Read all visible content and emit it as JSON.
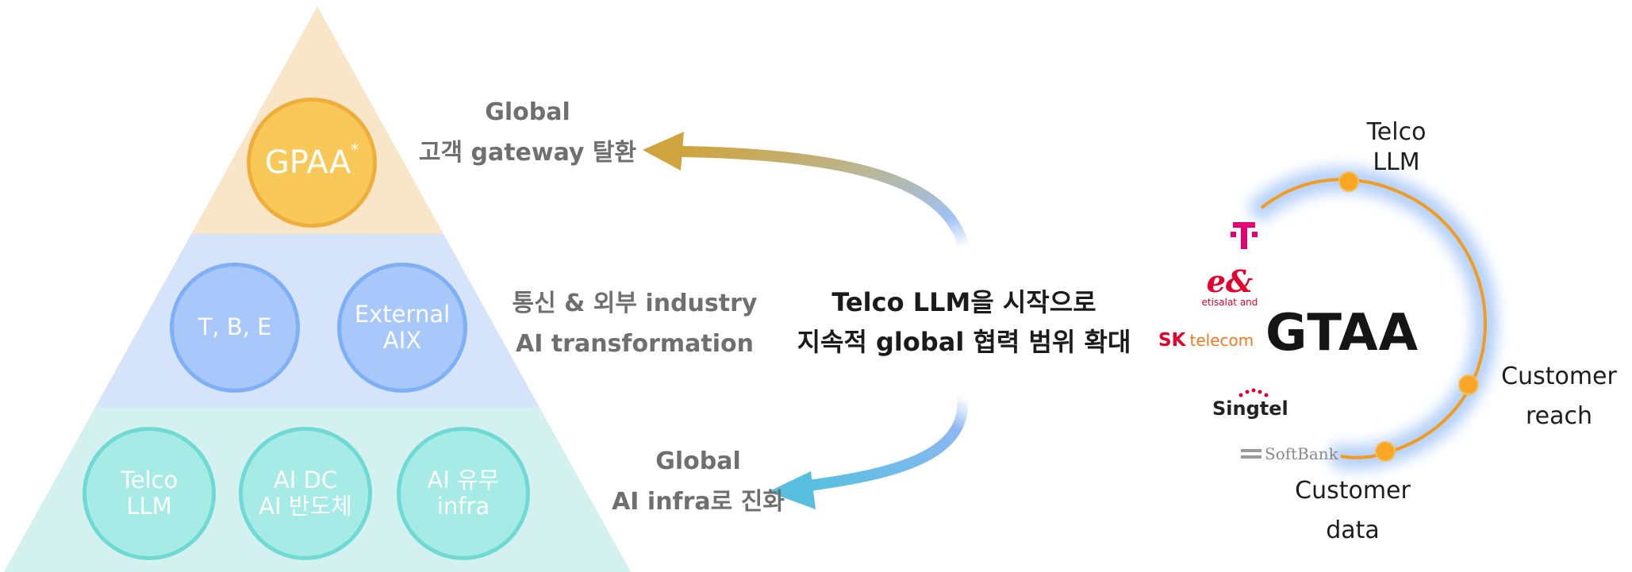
{
  "pyramid": {
    "tier1": {
      "gpaa": "GPAA",
      "gpaa_mark": "*"
    },
    "tier2": {
      "tbe": "T, B, E",
      "external_aix_l1": "External",
      "external_aix_l2": "AIX"
    },
    "tier3": {
      "telco_llm_l1": "Telco",
      "telco_llm_l2": "LLM",
      "aidc_l1": "AI DC",
      "aidc_l2": "AI 반도체",
      "aiyumu_l1": "AI 유무",
      "aiyumu_l2": "infra"
    }
  },
  "labels": {
    "top_l1": "Global",
    "top_l2": "고객 gateway 탈환",
    "mid_l1": "통신 & 외부 industry",
    "mid_l2": "AI transformation",
    "bottom_l1": "Global",
    "bottom_l2": "AI infra로 진화"
  },
  "center": {
    "line1": "Telco LLM을 시작으로",
    "line2": "지속적 global 협력 범위 확대"
  },
  "gtaa": {
    "title": "GTAA",
    "partners": {
      "etisalat": "etisalat and",
      "sk": "SK",
      "sk_telecom": "telecom",
      "singtel": "Singtel",
      "softbank": "SoftBank"
    },
    "ring_labels": {
      "telco_l1": "Telco",
      "telco_l2": "LLM",
      "reach_l1": "Customer",
      "reach_l2": "reach",
      "data_l1": "Customer",
      "data_l2": "data"
    }
  },
  "colors": {
    "tier1": "#f9e6c8",
    "tier2": "#d6e4fb",
    "tier3": "#d3f1ef",
    "ring": "#f29b1e",
    "glow": "#a9c9f8"
  }
}
